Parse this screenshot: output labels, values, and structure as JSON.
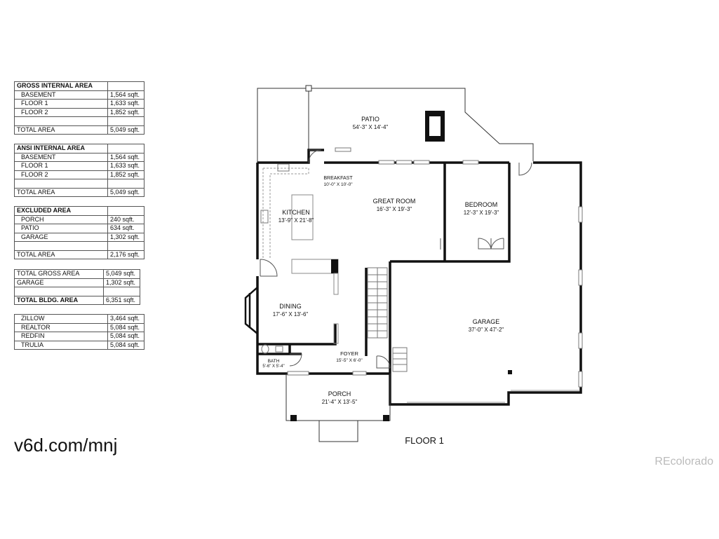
{
  "area_tables": {
    "gross": {
      "title": "GROSS INTERNAL AREA",
      "rows": [
        {
          "label": "BASEMENT",
          "value": "1,564 sqft."
        },
        {
          "label": "FLOOR 1",
          "value": "1,633 sqft."
        },
        {
          "label": "FLOOR 2",
          "value": "1,852 sqft."
        }
      ],
      "total": {
        "label": "TOTAL AREA",
        "value": "5,049 sqft."
      }
    },
    "ansi": {
      "title": "ANSI INTERNAL AREA",
      "rows": [
        {
          "label": "BASEMENT",
          "value": "1,564 sqft."
        },
        {
          "label": "FLOOR 1",
          "value": "1,633 sqft."
        },
        {
          "label": "FLOOR 2",
          "value": "1,852 sqft."
        }
      ],
      "total": {
        "label": "TOTAL AREA",
        "value": "5,049 sqft."
      }
    },
    "excluded": {
      "title": "EXCLUDED AREA",
      "rows": [
        {
          "label": "PORCH",
          "value": "240 sqft."
        },
        {
          "label": "PATIO",
          "value": "634 sqft."
        },
        {
          "label": "GARAGE",
          "value": "1,302 sqft."
        }
      ],
      "total": {
        "label": "TOTAL AREA",
        "value": "2,176 sqft."
      }
    },
    "summary": {
      "gross_label": "TOTAL GROSS AREA",
      "gross_value": "5,049 sqft.",
      "garage_label": "GARAGE",
      "garage_value": "1,302 sqft.",
      "bldg_label": "TOTAL BLDG. AREA",
      "bldg_value": "6,351 sqft."
    },
    "sites": [
      {
        "label": "ZILLOW",
        "value": "3,464 sqft."
      },
      {
        "label": "REALTOR",
        "value": "5,084 sqft."
      },
      {
        "label": "REDFIN",
        "value": "5,084 sqft."
      },
      {
        "label": "TRULIA",
        "value": "5,084 sqft."
      }
    ]
  },
  "floorplan": {
    "floor_label": "FLOOR 1",
    "rooms": {
      "patio": {
        "name": "PATIO",
        "dims": "54'-3\" X 14'-4\""
      },
      "breakfast": {
        "name": "BREAKFAST",
        "dims": "10'-0\" X 10'-0\""
      },
      "kitchen": {
        "name": "KITCHEN",
        "dims": "13'-9\" X 21'-8\""
      },
      "great_room": {
        "name": "GREAT ROOM",
        "dims": "16'-3\" X 19'-3\""
      },
      "bedroom": {
        "name": "BEDROOM",
        "dims": "12'-3\" X 19'-3\""
      },
      "dining": {
        "name": "DINING",
        "dims": "17'-6\" X 13'-6\""
      },
      "garage": {
        "name": "GARAGE",
        "dims": "37'-0\" X 47'-2\""
      },
      "foyer": {
        "name": "FOYER",
        "dims": "15'-5\" X 6'-0\""
      },
      "bath": {
        "name": "BATH",
        "dims": "5'-6\" X 5'-4\""
      },
      "porch": {
        "name": "PORCH",
        "dims": "21'-4\" X 13'-5\""
      }
    }
  },
  "watermark": "v6d.com/mnj",
  "credit": "REcolorado"
}
